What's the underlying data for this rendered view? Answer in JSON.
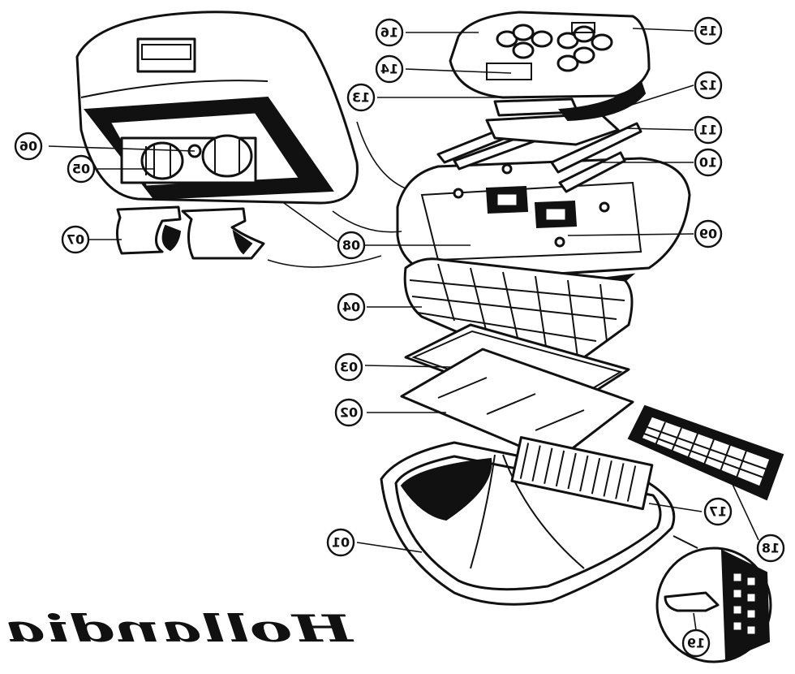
{
  "brand": "Hollandia",
  "callouts": [
    {
      "id": "01",
      "label": "01"
    },
    {
      "id": "02",
      "label": "02"
    },
    {
      "id": "03",
      "label": "03"
    },
    {
      "id": "04",
      "label": "04"
    },
    {
      "id": "05",
      "label": "05"
    },
    {
      "id": "06",
      "label": "06"
    },
    {
      "id": "07",
      "label": "07"
    },
    {
      "id": "08",
      "label": "08"
    },
    {
      "id": "09",
      "label": "09"
    },
    {
      "id": "10",
      "label": "10"
    },
    {
      "id": "11",
      "label": "11"
    },
    {
      "id": "12",
      "label": "12"
    },
    {
      "id": "13",
      "label": "13"
    },
    {
      "id": "14",
      "label": "14"
    },
    {
      "id": "15",
      "label": "15"
    },
    {
      "id": "16",
      "label": "16"
    },
    {
      "id": "17",
      "label": "17"
    },
    {
      "id": "18",
      "label": "18"
    },
    {
      "id": "19",
      "label": "19"
    }
  ]
}
